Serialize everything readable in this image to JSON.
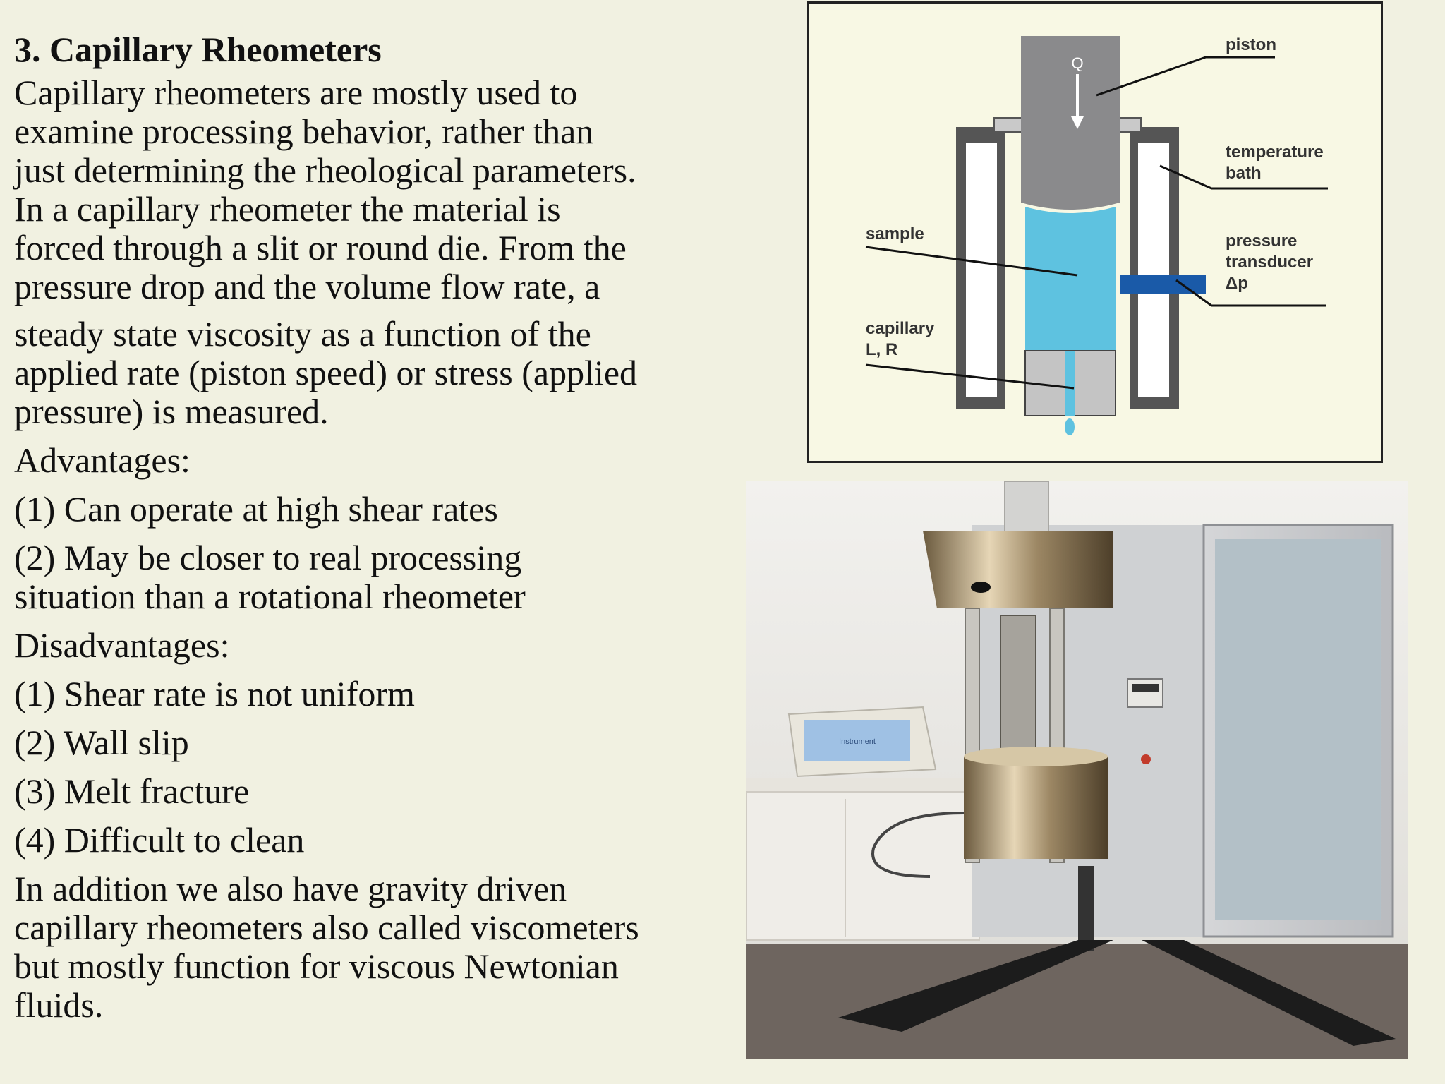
{
  "slide": {
    "title": "3. Capillary Rheometers",
    "intro_lines": [
      "Capillary rheometers are mostly used to",
      "examine processing behavior, rather than",
      "just determining the  rheological parameters.",
      "In a capillary rheometer the material is",
      "forced through a slit or round die. From the",
      "pressure drop and the volume flow rate, a"
    ],
    "intro2_lines": [
      "steady state viscosity as a function of the",
      "applied rate (piston speed) or stress (applied",
      "pressure) is measured."
    ],
    "advantages_heading": "Advantages:",
    "advantages": [
      "(1) Can operate at high shear rates",
      "(2) May be closer to real processing situation than a rotational rheometer"
    ],
    "advantage2_lines": [
      "(2) May be closer to real processing",
      "situation than a rotational rheometer"
    ],
    "disadvantages_heading": "Disadvantages:",
    "disadvantages": [
      "(1) Shear rate is not uniform",
      "(2) Wall slip",
      "(3) Melt fracture",
      "(4) Difficult to clean"
    ],
    "closing_lines": [
      "In addition we also have gravity driven",
      "capillary rheometers also called viscometers",
      "but mostly function for viscous Newtonian",
      "fluids."
    ]
  },
  "diagram": {
    "flow_symbol": "Q",
    "labels": {
      "piston": "piston",
      "temperature_bath": "temperature\nbath",
      "sample": "sample",
      "pressure_transducer": "pressure\ntransducer\nΔp",
      "capillary": "capillary\nL, R"
    },
    "colors": {
      "piston": "#8a8a8c",
      "sample": "#5ec2e0",
      "transducer": "#1a5aa8",
      "wall": "#555555",
      "bath": "#ffffff"
    }
  },
  "photo": {
    "monitor_text": "Instrument"
  }
}
